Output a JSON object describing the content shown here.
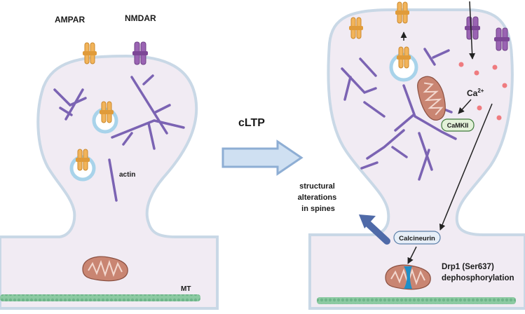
{
  "labels": {
    "ampar": "AMPAR",
    "nmdar": "NMDAR",
    "actin": "actin",
    "mt": "MT",
    "cltp": "cLTP",
    "ca": "Ca",
    "ca_sup": "2+",
    "camkii": "CaMKII",
    "calcineurin": "Calcineurin",
    "structural_line1": "structural",
    "structural_line2": "alterations",
    "structural_line3": "in spines",
    "drp1_line1": "Drp1 (Ser637)",
    "drp1_line2": "dephosphorylation"
  },
  "colors": {
    "membrane_fill": "#f1ebf3",
    "membrane_stroke": "#c9d8e6",
    "actin": "#7b63b3",
    "ampar": "#f2b45a",
    "nmdar": "#8e5aa6",
    "mitochondrion": "#c98572",
    "calcium": "#ef7b7f",
    "microtubule": "#8ccaa2",
    "cltp_arrow": "#a9c3e2",
    "structural_arrow": "#4f6aa8",
    "camkii_fill": "#e3f1d9",
    "calcineurin_fill": "#e6eef7"
  }
}
